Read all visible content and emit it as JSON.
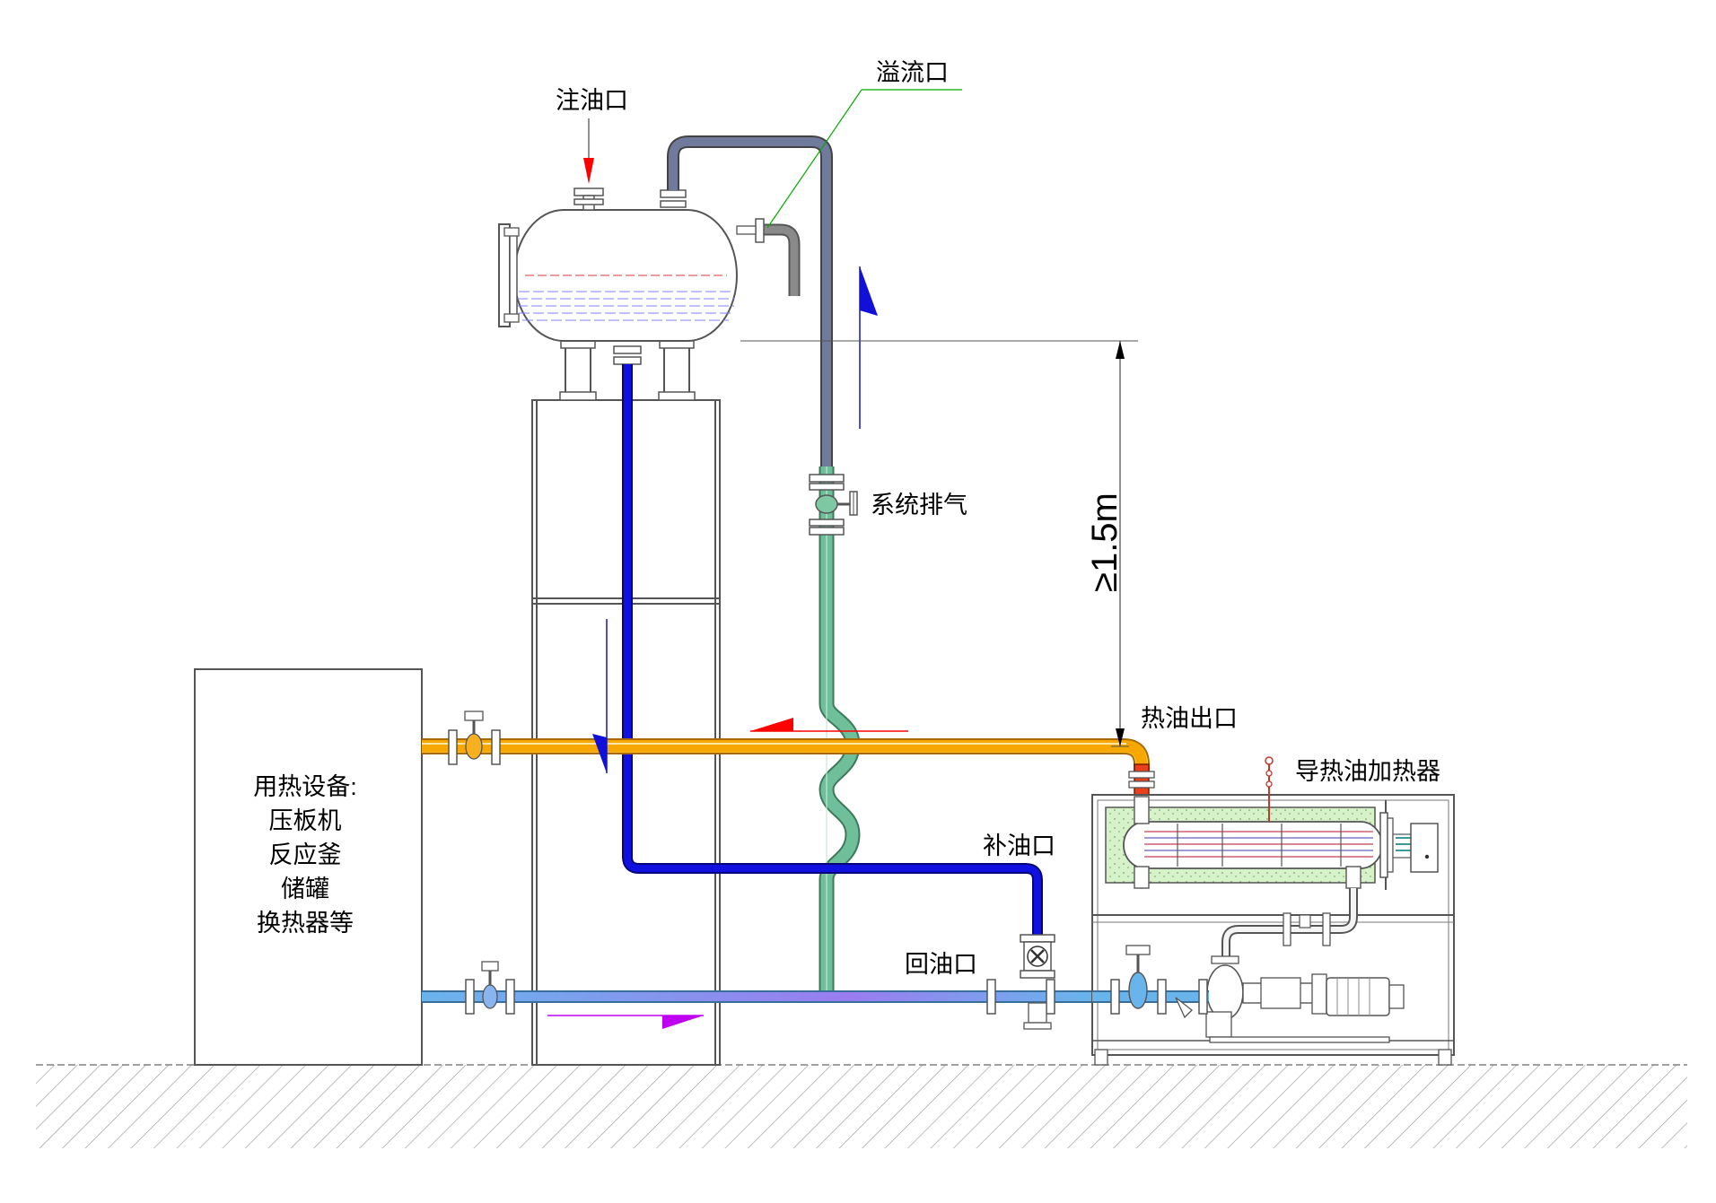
{
  "labels": {
    "oil_fill_port": "注油口",
    "overflow_port": "溢流口",
    "system_vent": "系统排气",
    "height_requirement": "≥1.5m",
    "hot_oil_outlet": "热油出口",
    "heater_name": "导热油加热器",
    "makeup_oil_port": "补油口",
    "return_oil_port": "回油口",
    "equipment_title": "用热设备:",
    "equipment_items": [
      "压板机",
      "反应釜",
      "储罐",
      "换热器等"
    ]
  },
  "colors": {
    "hot_pipe": "#f7a800",
    "hot_pipe_light": "#ffd24d",
    "hot_outlet": "#e8401c",
    "makeup_pipe": "#1010e0",
    "return_pipe": "#6ab4ec",
    "return_pipe_purple": "#9a7cf0",
    "vent_pipe": "#6fbf9a",
    "overflow_pipe": "#707a9c",
    "arrow_red": "#ff0000",
    "arrow_blue": "#1010d8",
    "arrow_purple": "#c000f0",
    "leader_green": "#00aa00",
    "insulation": "#d6f2c8"
  }
}
